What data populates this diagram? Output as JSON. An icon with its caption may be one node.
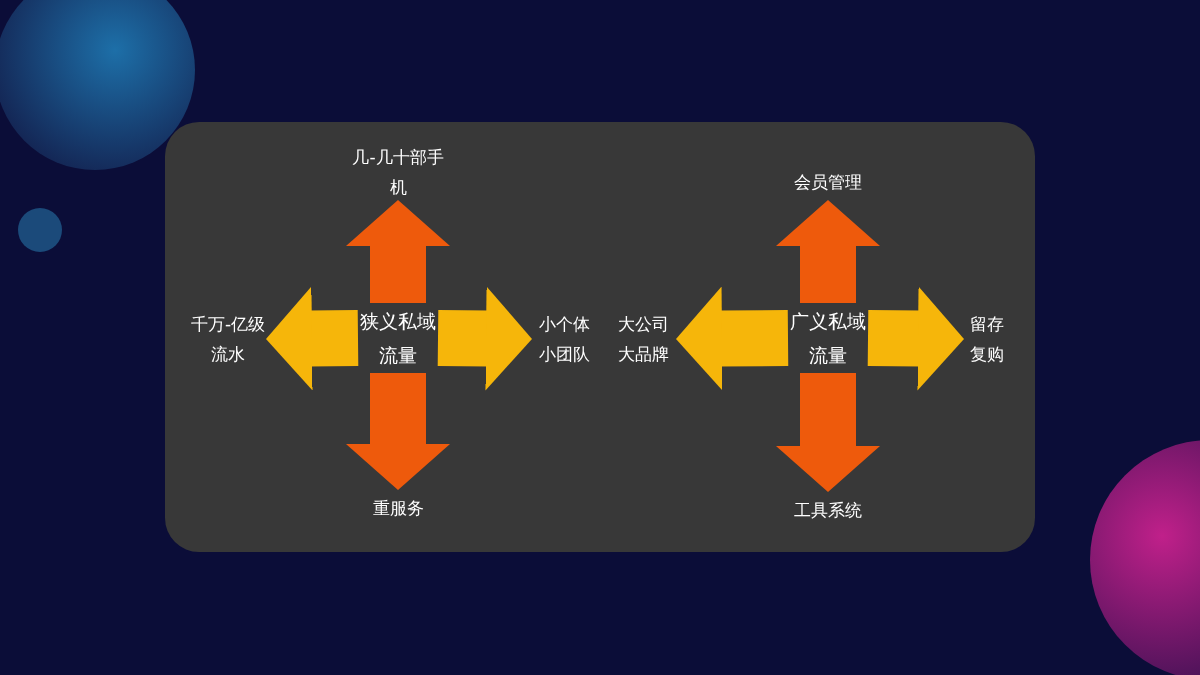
{
  "diagram": {
    "nodes": [
      {
        "text": [
          "狭义私域流量"
        ]
      },
      {
        "text": [
          "几-几十部手机"
        ]
      },
      {
        "text": [
          "千万-亿级流水"
        ]
      },
      {
        "text": [
          "小个体小团队"
        ]
      },
      {
        "text": [
          "重服务"
        ]
      },
      {
        "text": [
          "广义私域流量"
        ]
      },
      {
        "text": [
          "会员管理"
        ]
      },
      {
        "text": [
          "大公司大品牌"
        ]
      },
      {
        "text": [
          "留存复购"
        ]
      },
      {
        "text": [
          "工具系统"
        ]
      }
    ],
    "edges": [
      {
        "from": 0,
        "to": 1,
        "arrow": "to"
      },
      {
        "from": 0,
        "to": 2,
        "arrow": "to",
        "color": "#f6b60a"
      },
      {
        "from": 0,
        "to": 3,
        "arrow": "to",
        "color": "#f6b60a"
      },
      {
        "from": 0,
        "to": 4,
        "arrow": "to"
      },
      {
        "from": 5,
        "to": 6,
        "arrow": "to"
      },
      {
        "from": 5,
        "to": 7,
        "arrow": "to",
        "color": "#f6b60a"
      },
      {
        "from": 5,
        "to": 8,
        "arrow": "to",
        "color": "#f6b60a"
      },
      {
        "from": 5,
        "to": 9,
        "arrow": "to"
      }
    ]
  }
}
